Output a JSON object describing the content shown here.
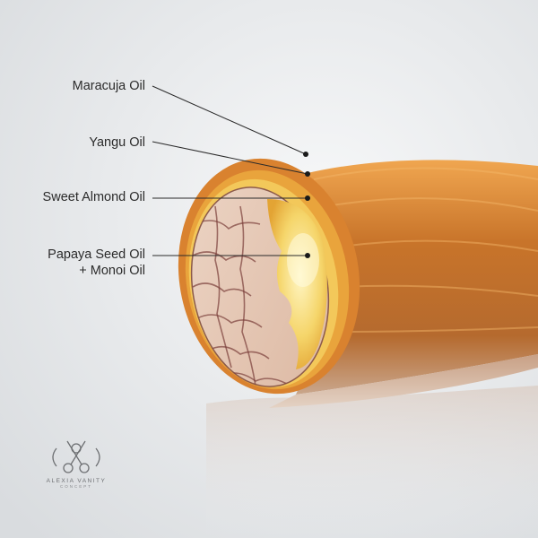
{
  "labels": {
    "maracuja": "Maracuja Oil",
    "yangu": "Yangu Oil",
    "almond": "Sweet Almond Oil",
    "papaya_line1": "Papaya Seed Oil",
    "papaya_line2": "+ Monoi Oil"
  },
  "brand": {
    "name": "ALEXIA VANITY",
    "tagline": "CONCEPT",
    "logo_icon": "scissors-monogram-icon"
  },
  "colors": {
    "background": "#eef0f2",
    "outer_layer": "#d9822f",
    "middle_layer": "#e9a43c",
    "inner_layer": "#f3c85a",
    "core": "#f7e08a",
    "cortex": "#e7c9b6",
    "line": "#2a2a2a"
  }
}
